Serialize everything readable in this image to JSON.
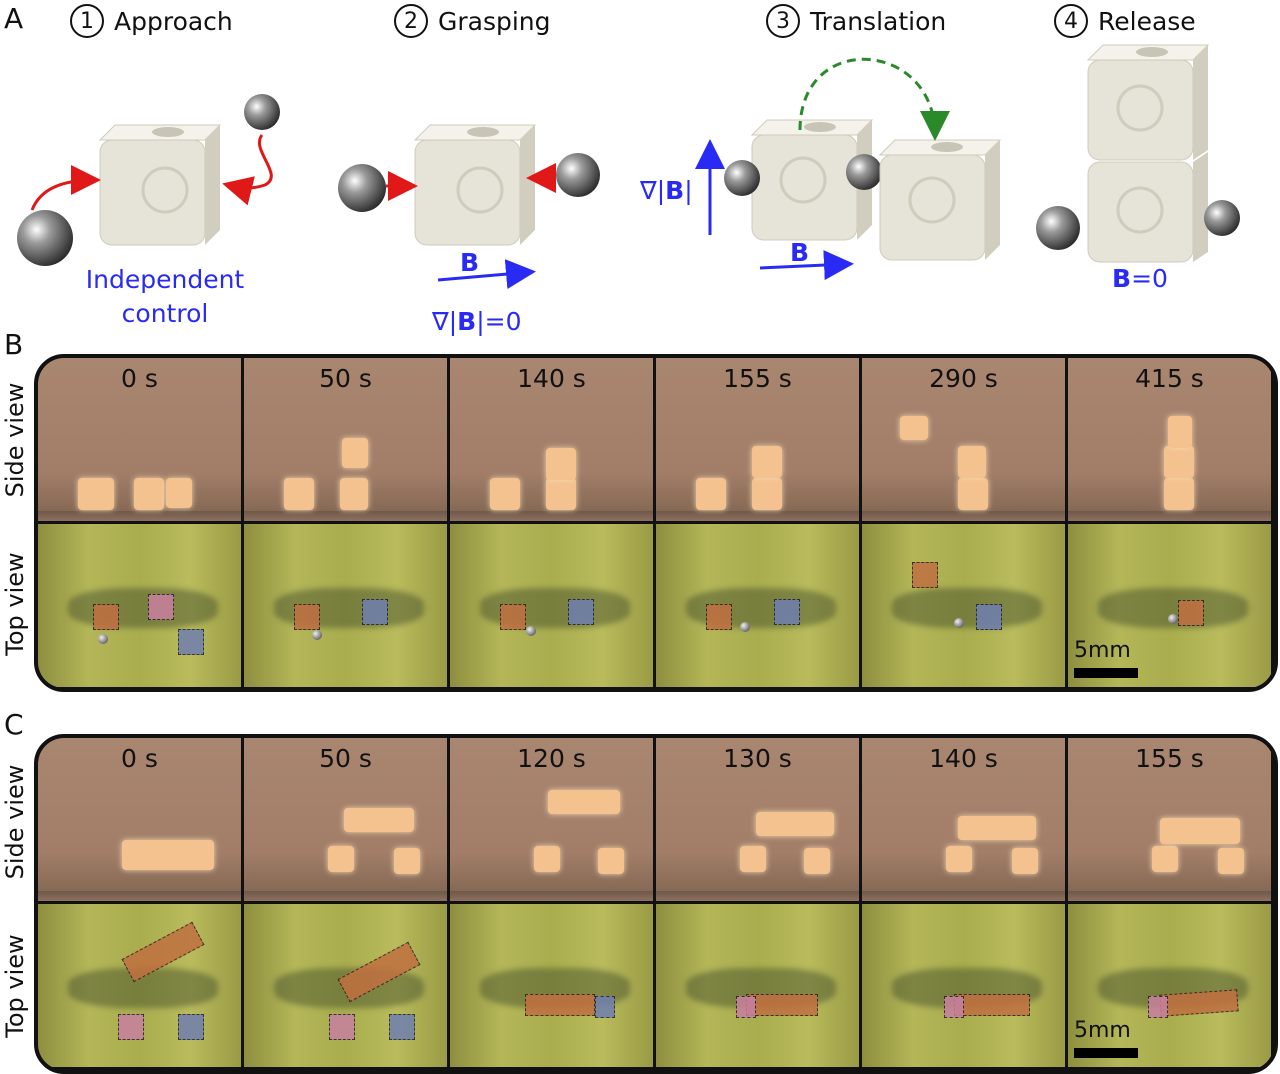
{
  "panel_a": {
    "letter": "A",
    "steps": [
      {
        "num": "1",
        "label": "Approach"
      },
      {
        "num": "2",
        "label": "Grasping"
      },
      {
        "num": "3",
        "label": "Translation"
      },
      {
        "num": "4",
        "label": "Release"
      }
    ],
    "independent_control": [
      "Independent",
      "control"
    ],
    "field_b": "B",
    "grad_zero_prefix": "∇|",
    "grad_zero_b": "B",
    "grad_zero_suffix": "|=0",
    "grad_vertical_prefix": "∇|",
    "grad_vertical_b": "B",
    "grad_vertical_suffix": "|",
    "b_zero_b": "B",
    "b_zero_suffix": "=0",
    "colors": {
      "field_blue": "#2a2af5",
      "grasp_arrow": "#e01818",
      "path_arrow": "#2a8a2a",
      "cube": "#e6e3d8"
    }
  },
  "panel_b": {
    "letter": "B",
    "side_label": "Side view",
    "top_label": "Top view",
    "times": [
      "0 s",
      "50 s",
      "140 s",
      "155 s",
      "290 s",
      "415 s"
    ],
    "scale": "5mm"
  },
  "panel_c": {
    "letter": "C",
    "side_label": "Side view",
    "top_label": "Top view",
    "times": [
      "0 s",
      "50 s",
      "120 s",
      "130 s",
      "140 s",
      "155 s"
    ],
    "scale": "5mm"
  }
}
